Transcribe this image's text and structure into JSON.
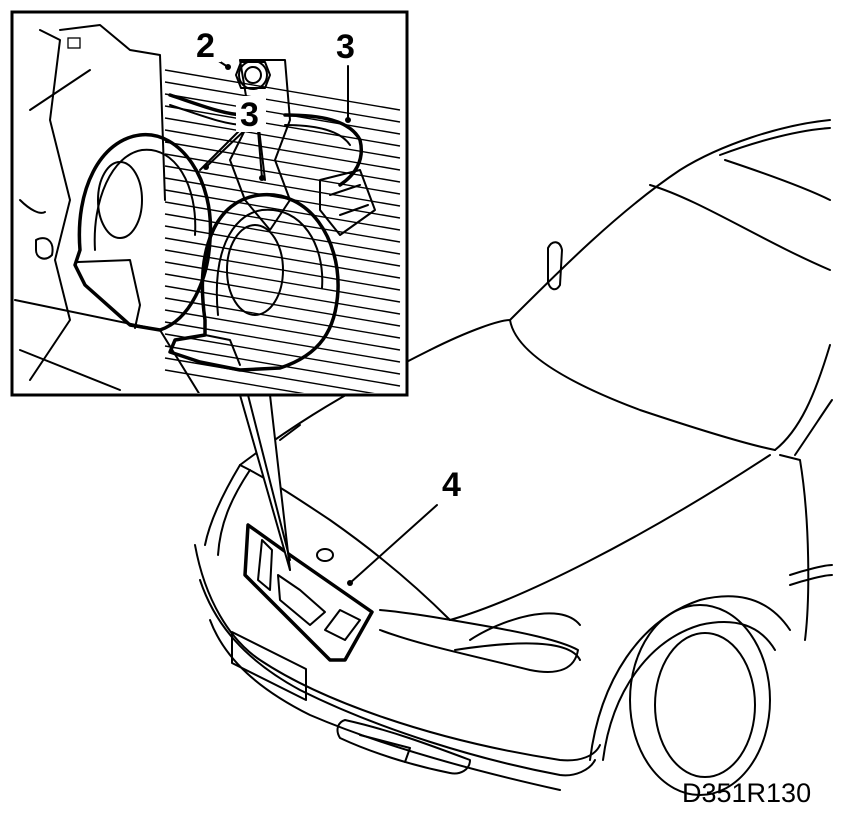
{
  "labels": {
    "detail_nut": "2",
    "detail_wiring": "3",
    "detail_bracket": "3",
    "car_grille_location": "4"
  },
  "figure_code": "D351R130"
}
